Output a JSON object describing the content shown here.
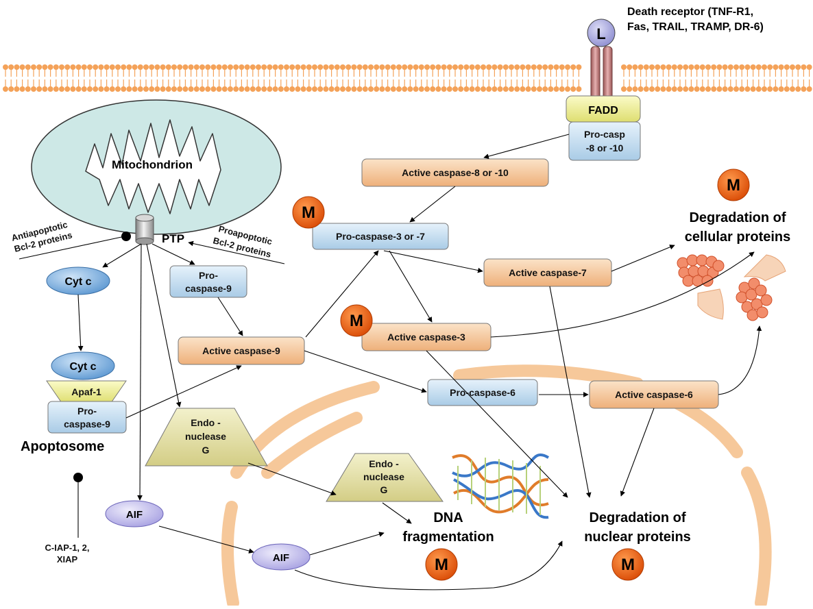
{
  "death_receptor": {
    "line1": "Death receptor (TNF-R1,",
    "line2": "Fas, TRAIL, TRAMP, DR-6)"
  },
  "ligand": "L",
  "fadd": "FADD",
  "pro_casp_8": {
    "line1": "Pro-casp",
    "line2": "-8 or -10"
  },
  "active_casp_8": "Active caspase-8 or -10",
  "mitochondrion": "Mitochondrion",
  "ptp": "PTP",
  "antiapoptotic": {
    "line1": "Antiapoptotic",
    "line2": "Bcl-2 proteins"
  },
  "proapoptotic": {
    "line1": "Proapoptotic",
    "line2": "Bcl-2 proteins"
  },
  "cyt_c_top": "Cyt c",
  "cyt_c_bottom": "Cyt c",
  "apaf1": "Apaf-1",
  "pro_casp_9_left": {
    "line1": "Pro-",
    "line2": "caspase-9"
  },
  "apoptosome": "Apoptosome",
  "ciap": {
    "line1": "C-IAP-1, 2,",
    "line2": "XIAP"
  },
  "pro_casp_9_mid": {
    "line1": "Pro-",
    "line2": "caspase-9"
  },
  "active_casp_9": "Active caspase-9",
  "pro_casp_3": "Pro-caspase-3 or -7",
  "active_casp_7": "Active caspase-7",
  "active_casp_3": "Active caspase-3",
  "pro_casp_6": "Pro-caspase-6",
  "active_casp_6": "Active caspase-6",
  "endo_g_1": {
    "line1": "Endo -",
    "line2": "nuclease",
    "line3": "G"
  },
  "endo_g_2": {
    "line1": "Endo -",
    "line2": "nuclease",
    "line3": "G"
  },
  "aif_1": "AIF",
  "aif_2": "AIF",
  "dna_frag": {
    "line1": "DNA",
    "line2": "fragmentation"
  },
  "deg_cellular": {
    "line1": "Degradation of",
    "line2": "cellular proteins"
  },
  "deg_nuclear": {
    "line1": "Degradation of",
    "line2": "nuclear proteins"
  },
  "m_label": "M",
  "colors": {
    "membrane": "#f4a259",
    "mito_fill": "#cde8e6",
    "caspase_active": "#f7cfa4",
    "caspase_pro": "#c6dff2",
    "fadd": "#eeee99",
    "endo": "#e7e3a3",
    "aif": "#c9c5ef",
    "cyt": "#7fb5e6",
    "m_badge": "#e65c0e"
  }
}
